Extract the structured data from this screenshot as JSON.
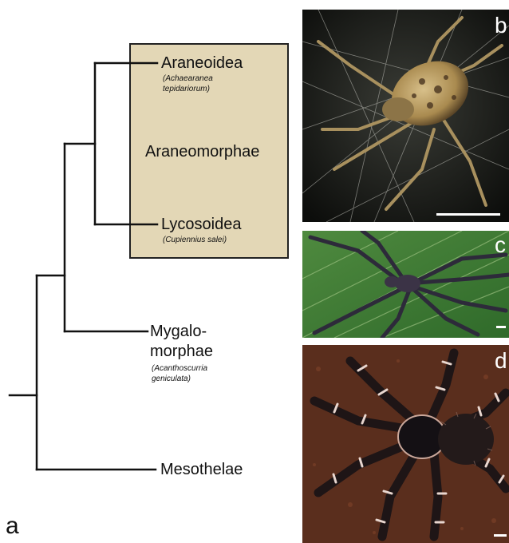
{
  "tree": {
    "panel_label": "a",
    "box_group_label": "Araneomorphae",
    "taxa": [
      {
        "name": "Araneoidea",
        "species_line1": "(Achaearanea",
        "species_line2": "tepidariorum)"
      },
      {
        "name": "Lycosoidea",
        "species": "(Cupiennius salei)"
      },
      {
        "name_line1": "Mygalo-",
        "name_line2": "morphae",
        "species_line1": "(Acanthoscurria",
        "species_line2": "geniculata)"
      },
      {
        "name": "Mesothelae"
      }
    ]
  },
  "photos": [
    {
      "letter": "b"
    },
    {
      "letter": "c"
    },
    {
      "letter": "d"
    }
  ],
  "colors": {
    "box_fill": "#e3d7b6",
    "line": "#111111"
  }
}
